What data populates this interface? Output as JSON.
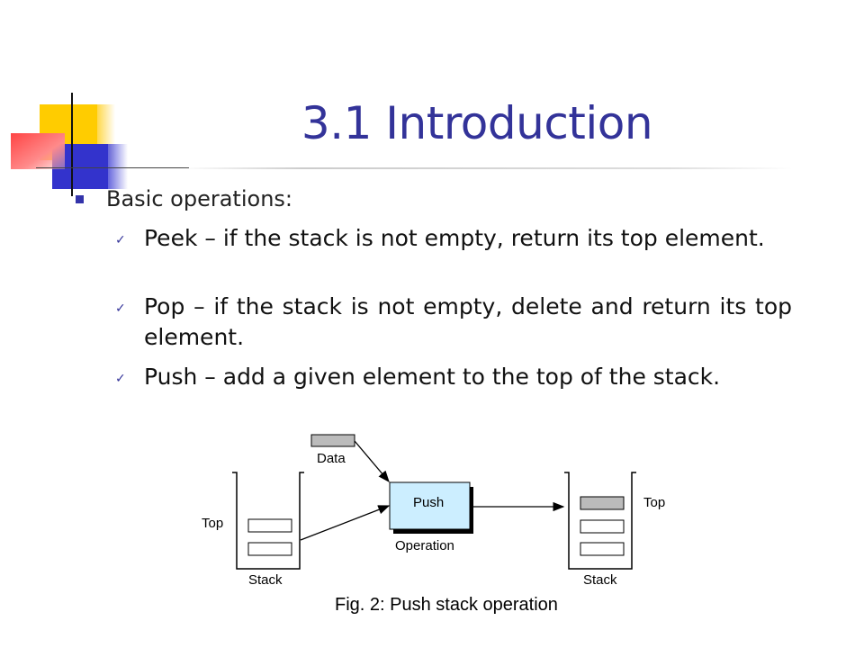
{
  "slide": {
    "title": "3.1 Introduction",
    "bullet": "Basic operations:",
    "subitems": [
      "Peek – if the stack is not empty, return its top element.",
      "Pop – if the stack is not empty, delete and return its top element.",
      "Push  – add a given element to the top of the stack."
    ]
  },
  "diagram": {
    "data_label": "Data",
    "push_label": "Push",
    "operation_label": "Operation",
    "left_top_label": "Top",
    "right_top_label": "Top",
    "left_stack_label": "Stack",
    "right_stack_label": "Stack",
    "caption": "Fig. 2: Push stack operation"
  },
  "colors": {
    "title": "#333399",
    "push_box": "#cceeff",
    "data_box": "#bbbbbb",
    "deco_yellow": "#ffcc00",
    "deco_blue": "#3333cc",
    "deco_red": "#ff4444"
  }
}
